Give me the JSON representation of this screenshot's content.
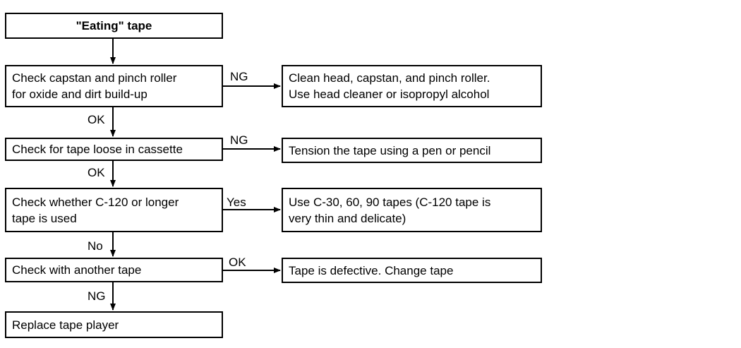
{
  "diagram": {
    "start": "\"Eating\" tape",
    "checks": [
      "Check capstan and pinch roller\nfor oxide and dirt build-up",
      "Check for tape loose in cassette",
      "Check whether C-120 or longer\ntape is used",
      "Check with another tape",
      "Replace tape player"
    ],
    "actions": [
      "Clean head, capstan, and pinch roller.\nUse head cleaner or isopropyl alcohol",
      "Tension the tape using a pen or pencil",
      "Use C-30, 60, 90 tapes (C-120 tape is\n very thin and delicate)",
      "Tape is defective. Change tape"
    ],
    "down_labels": [
      "OK",
      "OK",
      "No",
      "NG"
    ],
    "right_labels": [
      "NG",
      "NG",
      "Yes",
      "OK"
    ]
  },
  "colors": {
    "line": "#000000",
    "background": "#ffffff"
  }
}
